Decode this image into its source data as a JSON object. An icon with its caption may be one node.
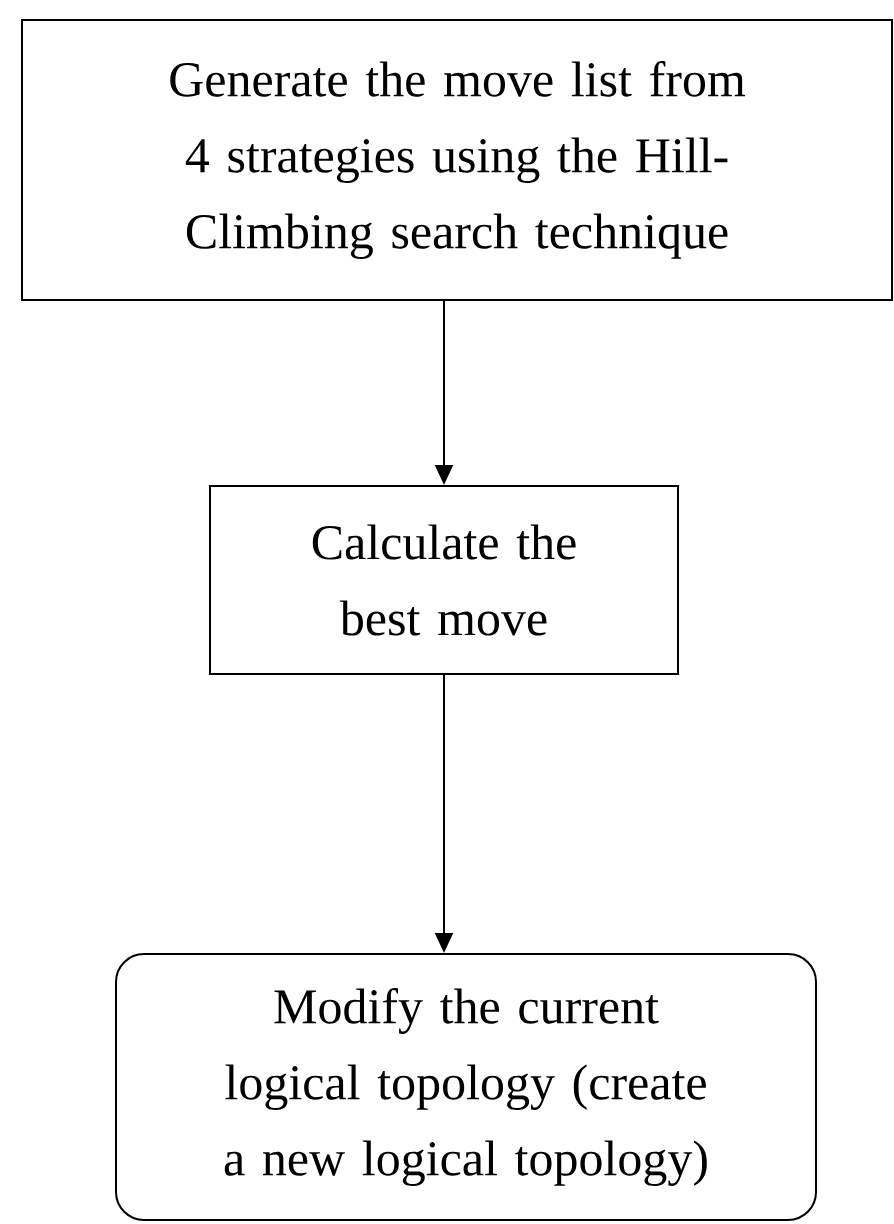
{
  "diagram": {
    "nodes": [
      {
        "text": [
          "Generate the move list from 4 strategies using the Hill-Climbing search technique"
        ]
      },
      {
        "text": [
          "Calculate the best move"
        ]
      },
      {
        "text": [
          "Modify the current logical topology (create a new logical topology)"
        ]
      }
    ],
    "edges": [
      {
        "from": 0,
        "to": 1,
        "arrow": "to"
      },
      {
        "from": 1,
        "to": 2,
        "arrow": "to"
      }
    ]
  }
}
